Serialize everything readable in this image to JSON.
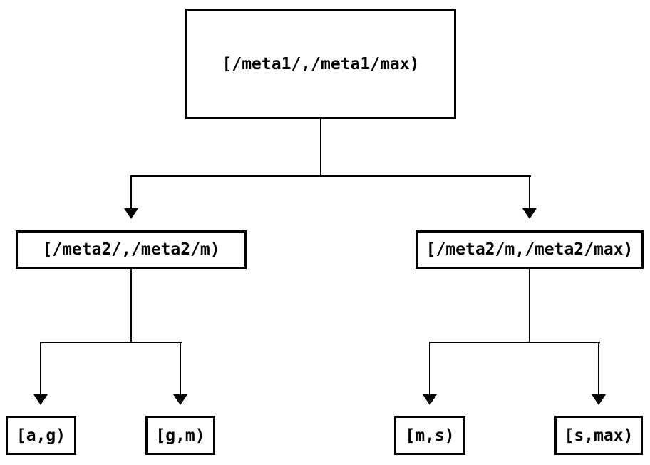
{
  "colors": {
    "background": "#ffffff",
    "border": "#000000",
    "line": "#000000",
    "text": "#000000"
  },
  "tree": {
    "type": "binary-interval-partition-tree",
    "root": {
      "id": "root",
      "label": "[/meta1/,/meta1/max)"
    },
    "children": [
      {
        "id": "meta2-low",
        "label": "[/meta2/,/meta2/m)",
        "children": [
          {
            "id": "leaf-ag",
            "label": "[a,g)"
          },
          {
            "id": "leaf-gm",
            "label": "[g,m)"
          }
        ]
      },
      {
        "id": "meta2-high",
        "label": "[/meta2/m,/meta2/max)",
        "children": [
          {
            "id": "leaf-ms",
            "label": "[m,s)"
          },
          {
            "id": "leaf-smax",
            "label": "[s,max)"
          }
        ]
      }
    ],
    "edges": [
      [
        "root",
        "meta2-low"
      ],
      [
        "root",
        "meta2-high"
      ],
      [
        "meta2-low",
        "leaf-ag"
      ],
      [
        "meta2-low",
        "leaf-gm"
      ],
      [
        "meta2-high",
        "leaf-ms"
      ],
      [
        "meta2-high",
        "leaf-smax"
      ]
    ]
  }
}
